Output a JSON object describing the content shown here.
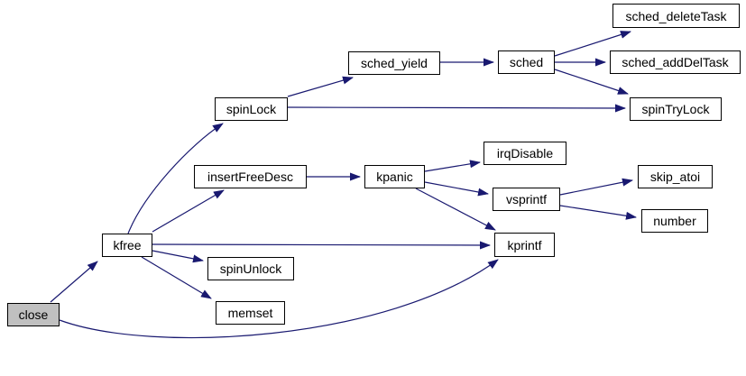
{
  "diagram": {
    "kind": "function-call-graph",
    "background_color": "#ffffff",
    "edge_color": "#191970",
    "node_border_color": "#000000",
    "node_fill_color": "#ffffff",
    "root_node_fill_color": "#c0c0c0",
    "text_color": "#000000",
    "root": "close",
    "nodes": [
      {
        "id": "close",
        "label": "close",
        "is_root": true
      },
      {
        "id": "kfree",
        "label": "kfree",
        "is_root": false
      },
      {
        "id": "spinLock",
        "label": "spinLock",
        "is_root": false
      },
      {
        "id": "insertFreeDesc",
        "label": "insertFreeDesc",
        "is_root": false
      },
      {
        "id": "spinUnlock",
        "label": "spinUnlock",
        "is_root": false
      },
      {
        "id": "memset",
        "label": "memset",
        "is_root": false
      },
      {
        "id": "sched_yield",
        "label": "sched_yield",
        "is_root": false
      },
      {
        "id": "kpanic",
        "label": "kpanic",
        "is_root": false
      },
      {
        "id": "sched",
        "label": "sched",
        "is_root": false
      },
      {
        "id": "irqDisable",
        "label": "irqDisable",
        "is_root": false
      },
      {
        "id": "vsprintf",
        "label": "vsprintf",
        "is_root": false
      },
      {
        "id": "kprintf",
        "label": "kprintf",
        "is_root": false
      },
      {
        "id": "sched_deleteTask",
        "label": "sched_deleteTask",
        "is_root": false
      },
      {
        "id": "sched_addDelTask",
        "label": "sched_addDelTask",
        "is_root": false
      },
      {
        "id": "spinTryLock",
        "label": "spinTryLock",
        "is_root": false
      },
      {
        "id": "skip_atoi",
        "label": "skip_atoi",
        "is_root": false
      },
      {
        "id": "number",
        "label": "number",
        "is_root": false
      }
    ],
    "edges": [
      {
        "from": "close",
        "to": "kfree"
      },
      {
        "from": "close",
        "to": "kprintf"
      },
      {
        "from": "kfree",
        "to": "spinLock"
      },
      {
        "from": "kfree",
        "to": "insertFreeDesc"
      },
      {
        "from": "kfree",
        "to": "kprintf"
      },
      {
        "from": "kfree",
        "to": "spinUnlock"
      },
      {
        "from": "kfree",
        "to": "memset"
      },
      {
        "from": "spinLock",
        "to": "sched_yield"
      },
      {
        "from": "spinLock",
        "to": "spinTryLock"
      },
      {
        "from": "sched_yield",
        "to": "sched"
      },
      {
        "from": "sched",
        "to": "sched_deleteTask"
      },
      {
        "from": "sched",
        "to": "sched_addDelTask"
      },
      {
        "from": "sched",
        "to": "spinTryLock"
      },
      {
        "from": "insertFreeDesc",
        "to": "kpanic"
      },
      {
        "from": "kpanic",
        "to": "irqDisable"
      },
      {
        "from": "kpanic",
        "to": "vsprintf"
      },
      {
        "from": "kpanic",
        "to": "kprintf"
      },
      {
        "from": "vsprintf",
        "to": "skip_atoi"
      },
      {
        "from": "vsprintf",
        "to": "number"
      }
    ]
  }
}
